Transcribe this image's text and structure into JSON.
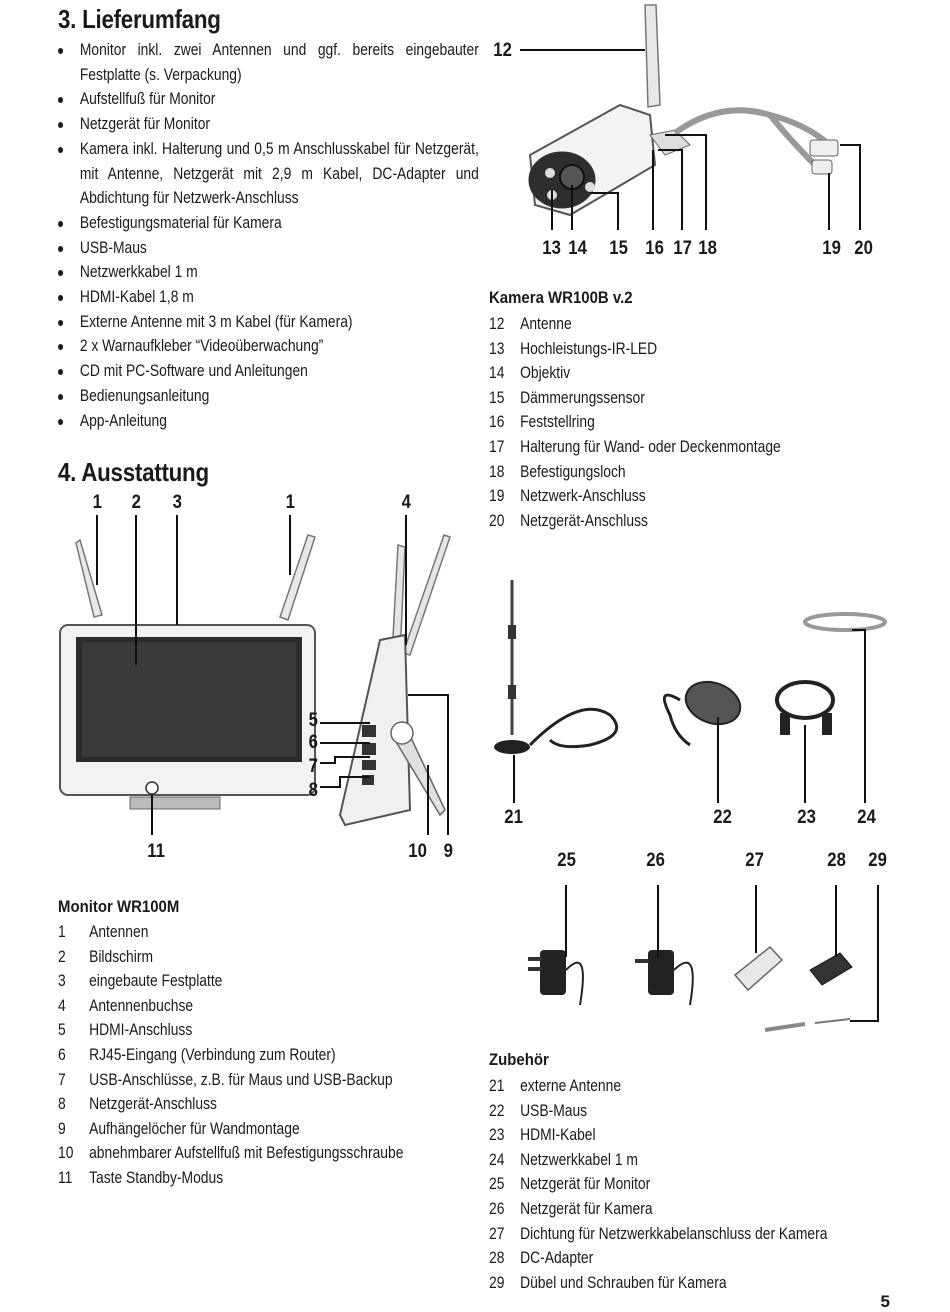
{
  "section3": {
    "heading": "3. Lieferumfang",
    "items": [
      "Monitor inkl. zwei Antennen und ggf. bereits eingebauter Festplatte (s. Verpackung)",
      "Aufstellfuß für Monitor",
      "Netzgerät für Monitor",
      "Kamera inkl. Halterung und 0,5 m Anschlusskabel für Netzgerät, mit Antenne, Netzgerät mit 2,9 m Kabel, DC-Adapter und Abdichtung für Netzwerk-Anschluss",
      "Befestigungsmaterial für Kamera",
      "USB-Maus",
      "Netzwerkkabel 1 m",
      "HDMI-Kabel 1,8 m",
      "Externe Antenne mit 3 m Kabel (für Kamera)",
      "2 x Warnaufkleber “Videoüberwachung”",
      "CD mit PC-Software und Anleitungen",
      "Bedienungsanleitung",
      "App-Anleitung"
    ]
  },
  "section4": {
    "heading": "4. Ausstattung"
  },
  "monitor": {
    "title": "Monitor WR100M",
    "items": [
      {
        "num": "1",
        "label": "Antennen"
      },
      {
        "num": "2",
        "label": "Bildschirm"
      },
      {
        "num": "3",
        "label": "eingebaute Festplatte"
      },
      {
        "num": "4",
        "label": "Antennenbuchse"
      },
      {
        "num": "5",
        "label": "HDMI-Anschluss"
      },
      {
        "num": "6",
        "label": "RJ45-Eingang (Verbindung zum Router)"
      },
      {
        "num": "7",
        "label": "USB-Anschlüsse, z.B. für Maus und USB-Backup"
      },
      {
        "num": "8",
        "label": "Netzgerät-Anschluss"
      },
      {
        "num": "9",
        "label": "Aufhängelöcher für Wandmontage"
      },
      {
        "num": "10",
        "label": "abnehmbarer Aufstellfuß mit Befestigungsschraube"
      },
      {
        "num": "11",
        "label": "Taste Standby-Modus"
      }
    ]
  },
  "camera": {
    "title": "Kamera WR100B v.2",
    "items": [
      {
        "num": "12",
        "label": "Antenne"
      },
      {
        "num": "13",
        "label": "Hochleistungs-IR-LED"
      },
      {
        "num": "14",
        "label": "Objektiv"
      },
      {
        "num": "15",
        "label": "Dämmerungssensor"
      },
      {
        "num": "16",
        "label": "Feststellring"
      },
      {
        "num": "17",
        "label": "Halterung für Wand- oder Deckenmontage"
      },
      {
        "num": "18",
        "label": "Befestigungsloch"
      },
      {
        "num": "19",
        "label": "Netzwerk-Anschluss"
      },
      {
        "num": "20",
        "label": "Netzgerät-Anschluss"
      }
    ]
  },
  "accessories": {
    "title": "Zubehör",
    "items": [
      {
        "num": "21",
        "label": "externe Antenne"
      },
      {
        "num": "22",
        "label": "USB-Maus"
      },
      {
        "num": "23",
        "label": "HDMI-Kabel"
      },
      {
        "num": "24",
        "label": "Netzwerkkabel 1 m"
      },
      {
        "num": "25",
        "label": "Netzgerät für Monitor"
      },
      {
        "num": "26",
        "label": "Netzgerät für Kamera"
      },
      {
        "num": "27",
        "label": "Dichtung für Netzwerkkabelanschluss der Kamera"
      },
      {
        "num": "28",
        "label": "DC-Adapter"
      },
      {
        "num": "29",
        "label": "Dübel und Schrauben für Kamera"
      }
    ]
  },
  "callouts": {
    "c1": "1",
    "c2": "2",
    "c3": "3",
    "c4": "4",
    "c5": "5",
    "c6": "6",
    "c7": "7",
    "c8": "8",
    "c9": "9",
    "c10": "10",
    "c11": "11",
    "c12": "12",
    "c13": "13",
    "c14": "14",
    "c15": "15",
    "c16": "16",
    "c17": "17",
    "c18": "18",
    "c19": "19",
    "c20": "20",
    "c21": "21",
    "c22": "22",
    "c23": "23",
    "c24": "24",
    "c25": "25",
    "c26": "26",
    "c27": "27",
    "c28": "28",
    "c29": "29"
  },
  "page_number": "5"
}
